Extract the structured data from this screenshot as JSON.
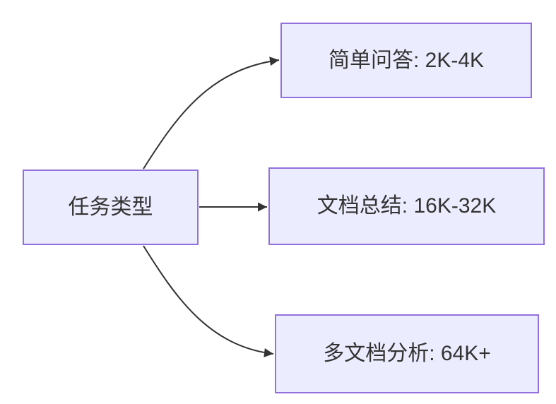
{
  "diagram": {
    "type": "flowchart",
    "direction": "left-to-right",
    "root": {
      "id": "task-type",
      "label": "任务类型"
    },
    "nodes": [
      {
        "id": "simple-qa",
        "label": "简单问答: 2K-4K"
      },
      {
        "id": "doc-summary",
        "label": "文档总结: 16K-32K"
      },
      {
        "id": "multi-doc-analysis",
        "label": "多文档分析: 64K+"
      }
    ],
    "edges": [
      {
        "from": "task-type",
        "to": "simple-qa"
      },
      {
        "from": "task-type",
        "to": "doc-summary"
      },
      {
        "from": "task-type",
        "to": "multi-doc-analysis"
      }
    ],
    "colors": {
      "background": "#FFFFFF",
      "node_fill": "#ECECFF",
      "node_border": "#9370DB",
      "edge_line": "#333333",
      "text": "#333333"
    }
  }
}
